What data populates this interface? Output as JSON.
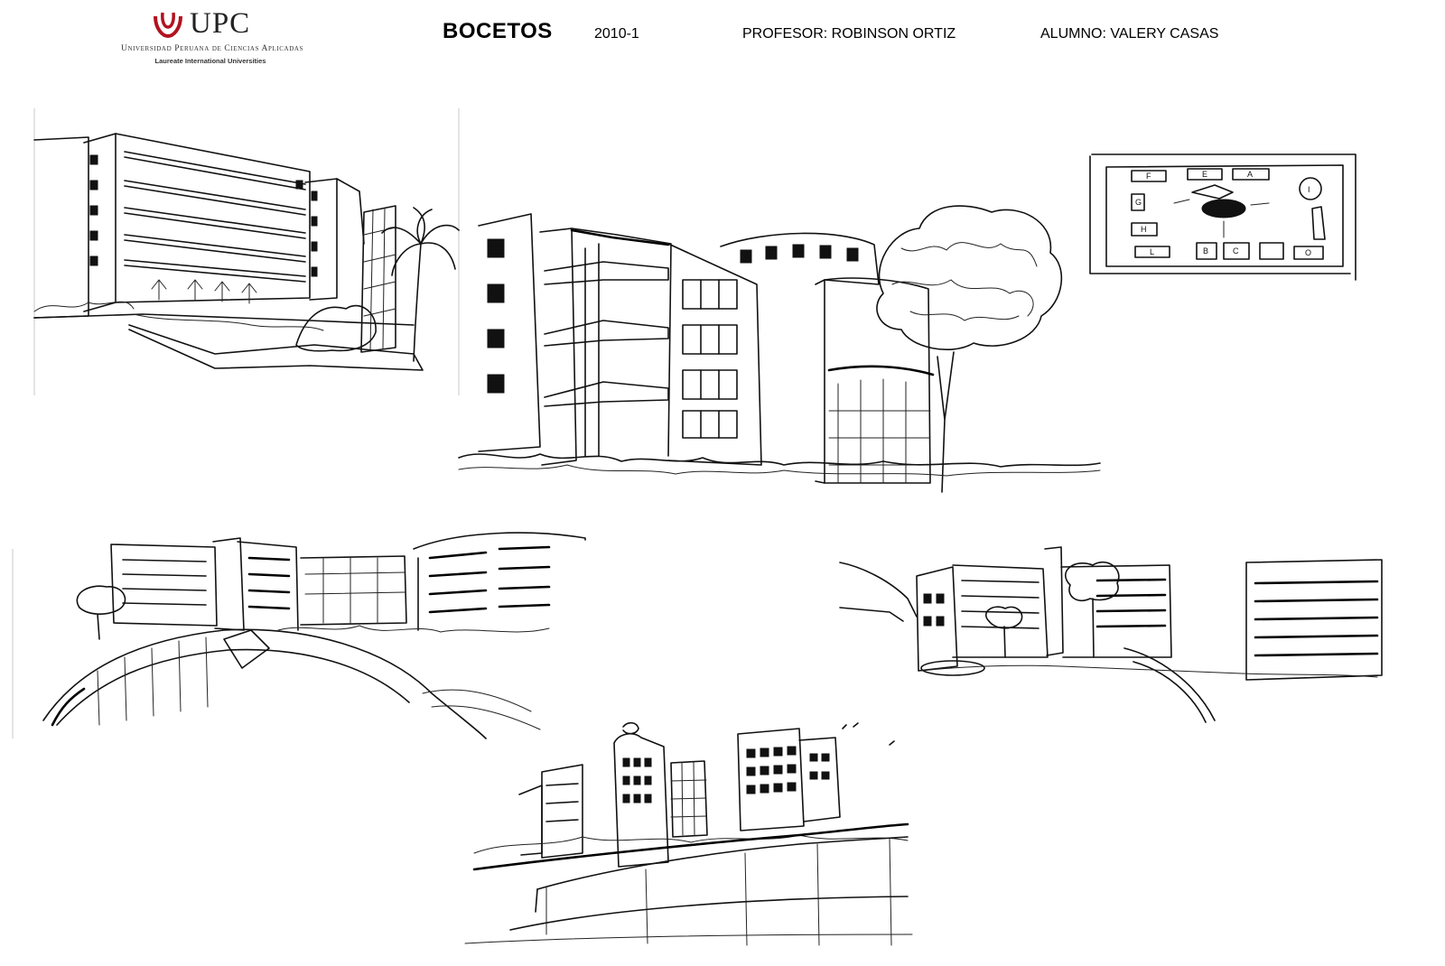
{
  "logo": {
    "name": "UPC",
    "university": "Universidad Peruana de Ciencias Aplicadas",
    "network": "Laureate International Universities",
    "brand_color": "#b1121f"
  },
  "header": {
    "title": "BOCETOS",
    "period": "2010-1",
    "professor": "PROFESOR: ROBINSON ORTIZ",
    "student": "ALUMNO: VALERY CASAS"
  },
  "sketches": [
    {
      "subject": "building-with-palm-tree",
      "medium": "ink"
    },
    {
      "subject": "building-with-stairs-and-tree",
      "medium": "ink"
    },
    {
      "subject": "site-plan",
      "labels": [
        "F",
        "E",
        "A",
        "G",
        "H",
        "L",
        "B",
        "C",
        "O",
        "I"
      ]
    },
    {
      "subject": "campus-panorama-left",
      "medium": "ink"
    },
    {
      "subject": "campus-panorama-right",
      "medium": "ink"
    },
    {
      "subject": "campus-canopy-view",
      "medium": "ink"
    }
  ]
}
